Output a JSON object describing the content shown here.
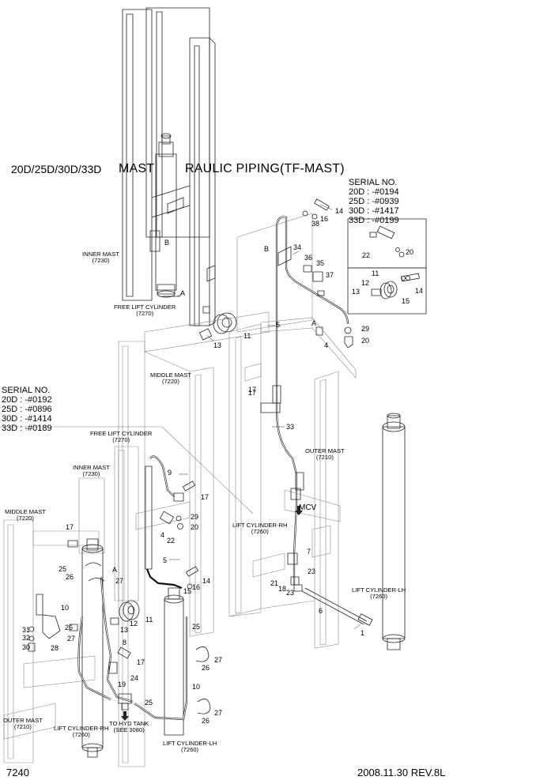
{
  "header": {
    "model": "20D/25D/30D/33D",
    "title_left": "MAST",
    "title_right": "RAULIC PIPING(TF-MAST)"
  },
  "serial_right": {
    "heading": "SERIAL NO.",
    "lines": [
      "20D : -#0194",
      "25D : -#0939",
      "30D : -#1417",
      "33D : -#0199"
    ]
  },
  "serial_left": {
    "heading": "SERIAL NO.",
    "lines": [
      "20D : -#0192",
      "25D : -#0896",
      "30D : -#1414",
      "33D : -#0189"
    ]
  },
  "labels": {
    "inner_mast_top": [
      "INNER MAST",
      "(7230)"
    ],
    "free_lift_top": [
      "FREE LIFT CYLINDER",
      "(7270)"
    ],
    "middle_mast_top": [
      "MIDDLE MAST",
      "(7220)"
    ],
    "outer_mast_top": [
      "OUTER MAST",
      "(7210)"
    ],
    "lift_rh_top": [
      "LIFT CYLINDER-RH",
      "(7260)"
    ],
    "lift_lh_top": [
      "LIFT CYLINDER-LH",
      "(7260)"
    ],
    "free_lift_bottom": [
      "FREE LIFT CYLINDER",
      "(7270)"
    ],
    "inner_mast_bottom": [
      "INNER MAST",
      "(7230)"
    ],
    "middle_mast_bottom": [
      "MIDDLE MAST",
      "(7220)"
    ],
    "outer_mast_bottom": [
      "OUTER MAST",
      "(7210)"
    ],
    "lift_rh_bottom": [
      "LIFT CYLINDER-RH",
      "(7260)"
    ],
    "lift_lh_bottom": [
      "LIFT CYLINDER-LH",
      "(7260)"
    ],
    "hyd_tank": [
      "TO HYD TANK",
      "(SEE 3080)"
    ],
    "mcv": "MCV"
  },
  "callouts_upper": [
    "14",
    "38",
    "16",
    "B",
    "34",
    "36",
    "35",
    "37",
    "5",
    "29",
    "20",
    "A",
    "4",
    "11",
    "13",
    "17",
    "33",
    "B",
    "A",
    "22",
    "20",
    "11",
    "12",
    "13",
    "15",
    "14"
  ],
  "callouts_lower": [
    "9",
    "17",
    "29",
    "20",
    "4",
    "22",
    "5",
    "14",
    "16",
    "15",
    "25",
    "12",
    "11",
    "13",
    "17",
    "7",
    "23",
    "21",
    "18",
    "23",
    "6",
    "1",
    "17",
    "25",
    "26",
    "27",
    "A",
    "10",
    "26",
    "27",
    "31",
    "32",
    "30",
    "28",
    "8",
    "17",
    "24",
    "19",
    "25",
    "10",
    "26",
    "27",
    "26",
    "27"
  ],
  "footer": {
    "page": "7240",
    "date_rev": "2008.11.30  REV.8L"
  }
}
